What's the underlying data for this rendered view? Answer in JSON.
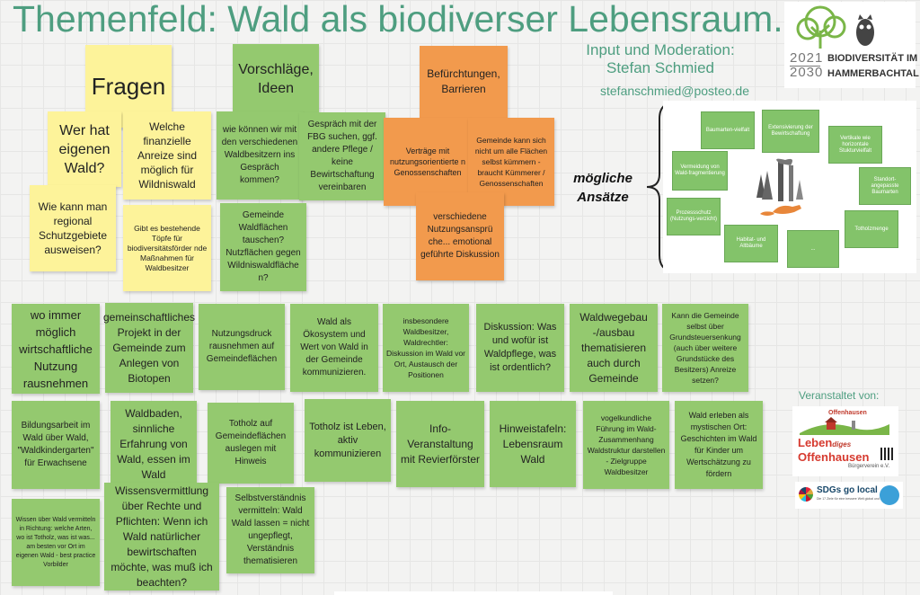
{
  "header": {
    "title": "Themenfeld: Wald als biodiverser Lebensraum.",
    "moderation_label": "Input und Moderation:",
    "moderator": "Stefan Schmied",
    "email": "stefanschmied@posteo.de"
  },
  "logo": {
    "years_top": "2021",
    "years_bottom": "2030",
    "line1": "BIODIVERSITÄT IM",
    "line2": "HAMMERBACHTAL"
  },
  "notes": {
    "fragen": "Fragen",
    "vorschlaege": "Vorschläge, Ideen",
    "befuerchtungen": "Befürchtungen, Barrieren",
    "wer_hat_wald": "Wer hat eigenen Wald?",
    "anreize": "Welche finanzielle Anreize sind möglich für Wildniswald",
    "schutzgebiete": "Wie kann man regional Schutzgebiete ausweisen?",
    "toepfe": "Gibt es bestehende Töpfe für biodiversitätsförder nde Maßnahmen für Waldbesitzer",
    "waldbesitzer_gespraech": "wie können wir mit den verschiedenen Waldbesitzern ins Gespräch kommen?",
    "fbg": "Gespräch mit der FBG suchen, ggf. andere Pflege / keine Bewirtschaftung vereinbaren",
    "tauschen": "Gemeinde Waldflächen tauschen? Nutzflächen gegen Wildniswaldfläche n?",
    "vertraege": "Verträge mit nutzungsorientierte n Genossenschaften",
    "kuemmerer": "Gemeinde kann sich nicht um alle Flächen selbst kümmern - braucht Kümmerer / Genossenschaften",
    "nutzungsansprueche": "verschiedene Nutzungsansprü che... emotional geführte Diskussion",
    "rausnehmen": "wo immer möglich wirtschaftliche Nutzung rausnehmen",
    "biotope": "gemeinschaftliches Projekt in der Gemeinde zum Anlegen von Biotopen",
    "nutzungsdruck": "Nutzungsdruck rausnehmen auf Gemeindeflächen",
    "oekosystem": "Wald als Ökosystem und Wert von Wald in der Gemeinde kommunizieren.",
    "waldrechtler": "insbesondere Waldbesitzer, Waldrechtler: Diskussion im Wald vor Ort, Austausch der Positionen",
    "waldpflege": "Diskussion: Was und wofür ist Waldpflege, was ist ordentlich?",
    "waldwegebau": "Waldwegebau -/ausbau thematisieren auch durch Gemeinde",
    "grundsteuer": "Kann die Gemeinde selbst über Grundsteuersenkung (auch über weitere Grundstücke des Besitzers) Anreize setzen?",
    "bildungsarbeit": "Bildungsarbeit im Wald über Wald, \"Waldkindergarten\" für Erwachsene",
    "waldbaden": "Waldbaden, sinnliche Erfahrung von Wald, essen im Wald",
    "totholz_auslegen": "Totholz auf Gemeindeflächen auslegen mit Hinweis",
    "totholz_leben": "Totholz ist Leben, aktiv kommunizieren",
    "revierfoerster": "Info-Veranstaltung mit Revierförster",
    "hinweistafeln": "Hinweistafeln: Lebensraum Wald",
    "vogelkundlich": "vogelkundliche Führung im Wald-Zusammenhang Waldstruktur darstellen - Zielgruppe Waldbesitzer",
    "mystisch": "Wald erleben als mystischen Ort: Geschichten im Wald für Kinder um Wertschätzung zu fördern",
    "wissen_richtung": "Wissen über Wald vermitteln in Richtung: welche Arten, wo ist Totholz, was ist was... am besten vor Ort im eigenen Wald - best practice Vorbilder",
    "rechte_pflichten": "Wissensvermittlung über Rechte und Pflichten: Wenn ich Wald natürlicher bewirtschaften möchte, was muß ich beachten?",
    "selbstverstaendnis": "Selbstverständnis vermitteln: Wald Wald lassen = nicht ungepflegt, Verständnis thematisieren"
  },
  "ansaetze": {
    "label": "mögliche Ansätze",
    "items": {
      "baumartenvielfalt": "Baumarten-vielfalt",
      "extensivierung": "Extensivierung der Bewirtschaftung",
      "vertikale": "Vertikale wie horizontale Stukturvielfalt",
      "vermeidung": "Vermeidung von Wald-fragmentierung",
      "standort": "Standort-angepasste Baumarten",
      "prozessschutz": "Prozessschutz (Nutzungs-verzicht)",
      "habitat": "Habitat- und Altbäume",
      "ellipsis": "...",
      "totholz": "Totholzmenge"
    }
  },
  "sponsor": {
    "label": "Veranstaltet von:",
    "place": "Offenhausen",
    "org_line1": "Leben",
    "org_mid": "diges",
    "org_line2": "Offenhausen",
    "org_sub": "Bürgerverein e.V.",
    "sdg": "SDGs go local",
    "sdg_sub": "Die 17 Ziele für eine bessere Welt global und lokal"
  }
}
